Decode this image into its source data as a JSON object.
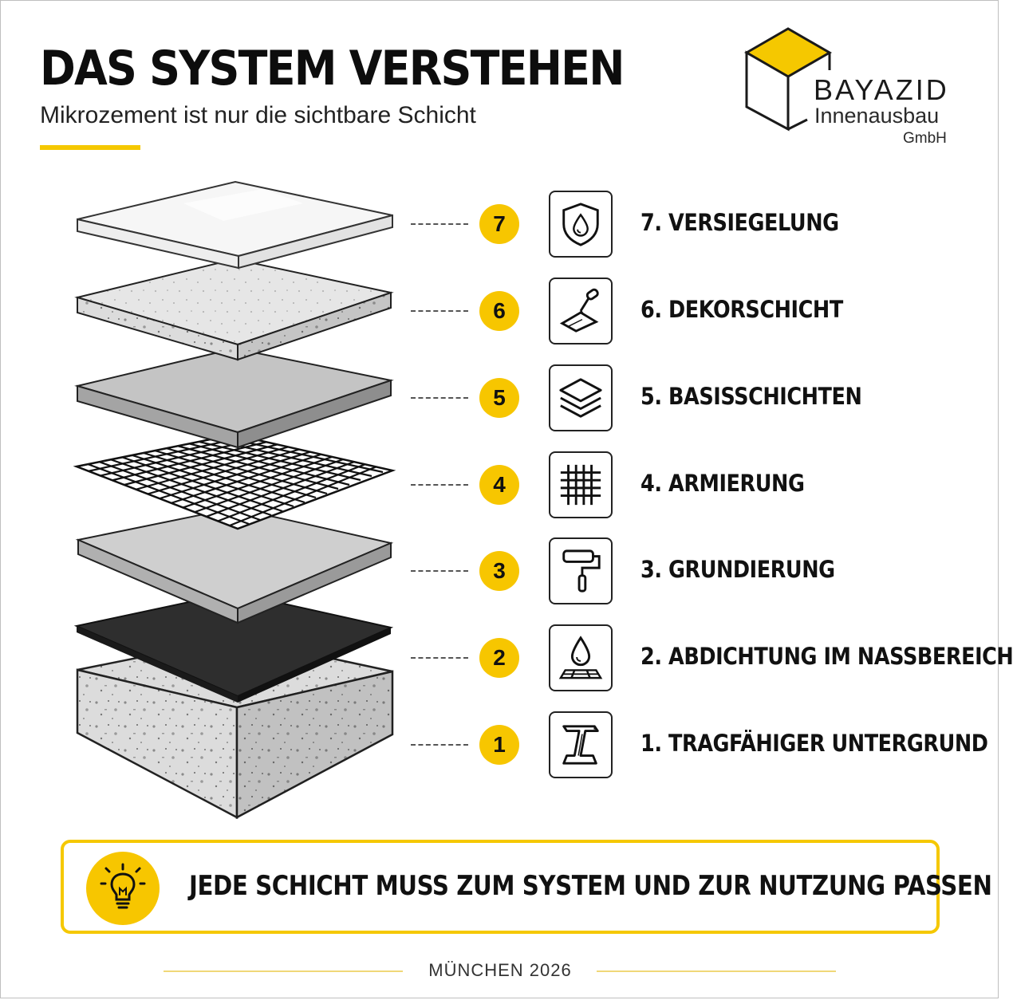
{
  "header": {
    "title": "DAS SYSTEM VERSTEHEN",
    "subtitle": "Mikrozement ist nur die sichtbare Schicht"
  },
  "brand": {
    "name": "BAYAZID",
    "sub": "Innenausbau",
    "legal": "GmbH",
    "accent_color": "#f5c800"
  },
  "layers": [
    {
      "number": "7",
      "label": "7. VERSIEGELUNG",
      "icon": "shield-drop-icon"
    },
    {
      "number": "6",
      "label": "6. DEKORSCHICHT",
      "icon": "trowel-icon"
    },
    {
      "number": "5",
      "label": "5. BASISSCHICHTEN",
      "icon": "layers-icon"
    },
    {
      "number": "4",
      "label": "4. ARMIERUNG",
      "icon": "mesh-grid-icon"
    },
    {
      "number": "3",
      "label": "3. GRUNDIERUNG",
      "icon": "paint-roller-icon"
    },
    {
      "number": "2",
      "label": "2. ABDICHTUNG IM NASSBEREICH",
      "icon": "water-drop-tiles-icon"
    },
    {
      "number": "1",
      "label": "1. TRAGFÄHIGER UNTERGRUND",
      "icon": "steel-beam-icon"
    }
  ],
  "tip": {
    "text": "JEDE SCHICHT MUSS ZUM SYSTEM UND ZUR NUTZUNG PASSEN",
    "icon": "lightbulb-icon"
  },
  "footer": {
    "text": "MÜNCHEN 2026"
  }
}
